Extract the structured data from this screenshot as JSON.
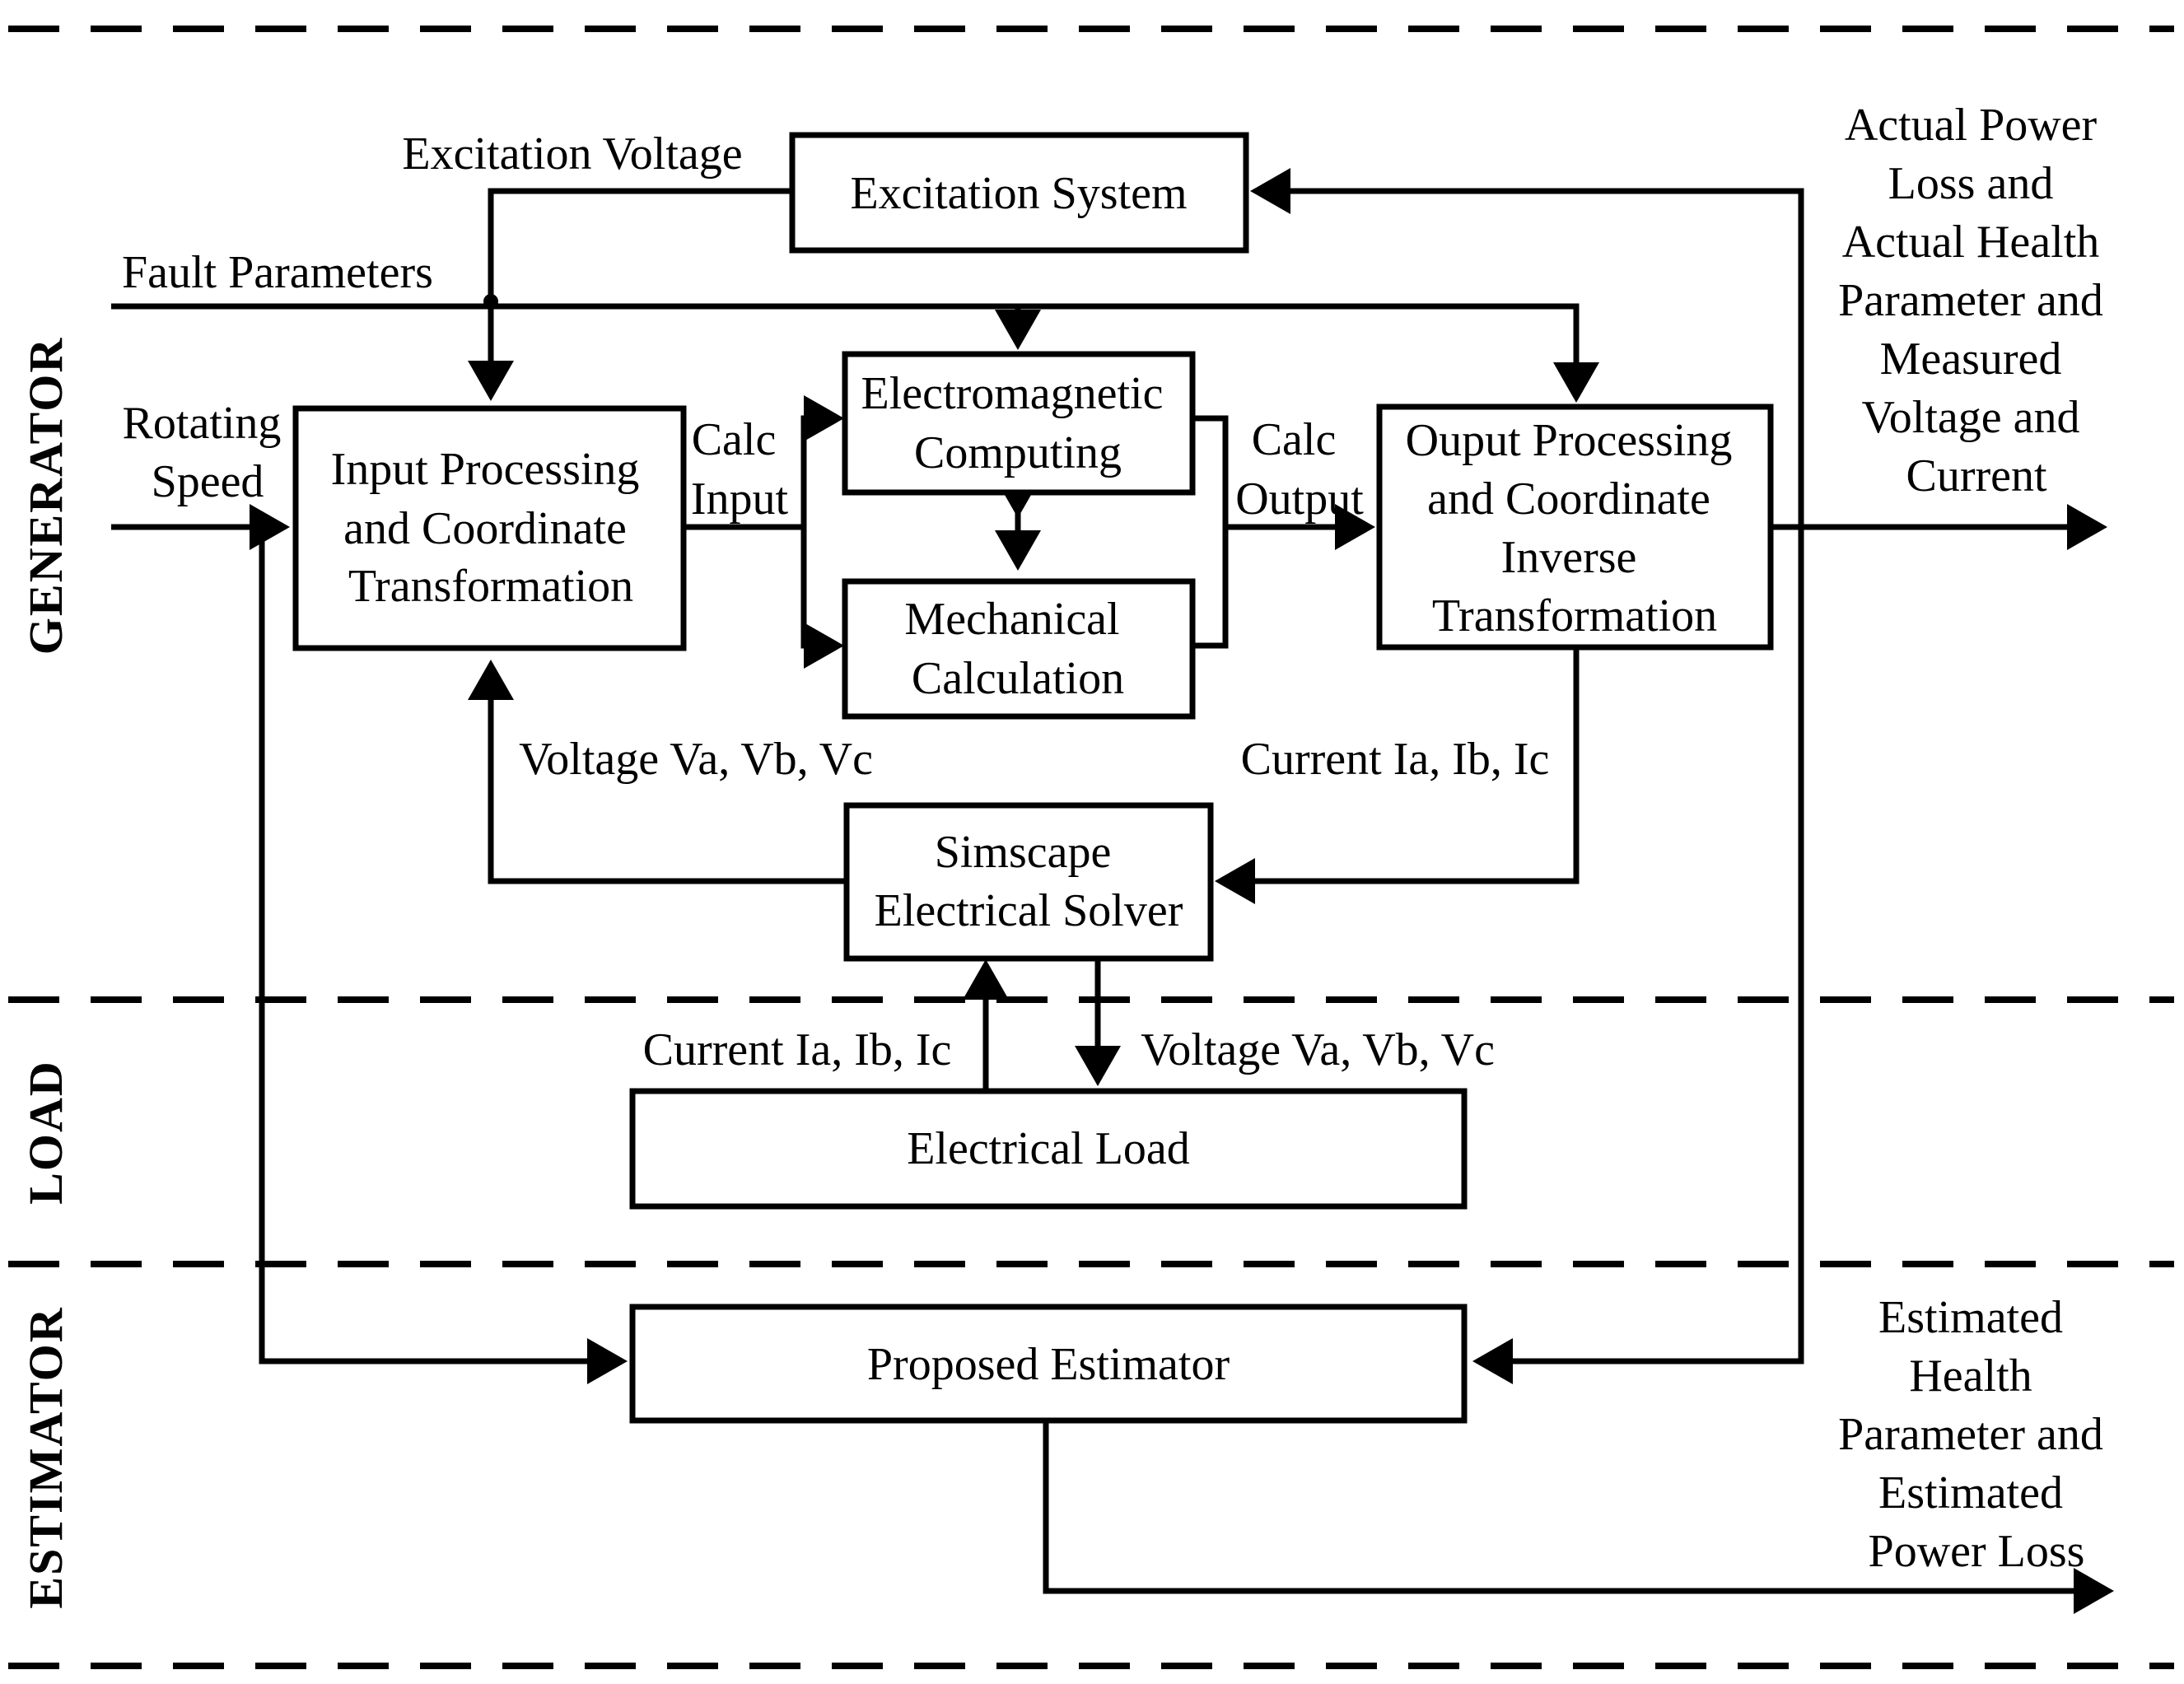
{
  "sections": {
    "generator": "GENERATOR",
    "load": "LOAD",
    "estimator": "ESTIMATOR"
  },
  "blocks": {
    "excitation_system": [
      "Excitation System"
    ],
    "input_processing": [
      "Input Processing",
      "and Coordinate",
      "Transformation"
    ],
    "electromagnetic": [
      "Electromagnetic",
      "Computing"
    ],
    "mechanical": [
      "Mechanical",
      "Calculation"
    ],
    "output_processing": [
      "Ouput Processing",
      "and Coordinate",
      "Inverse",
      "Transformation"
    ],
    "simscape_solver": [
      "Simscape",
      "Electrical Solver"
    ],
    "electrical_load": [
      "Electrical Load"
    ],
    "proposed_estimator": [
      "Proposed Estimator"
    ]
  },
  "signals": {
    "excitation_voltage": [
      "Excitation Voltage"
    ],
    "fault_parameters": [
      "Fault Parameters"
    ],
    "rotating_speed": [
      "Rotating",
      "Speed"
    ],
    "calc_input": [
      "Calc",
      "Input"
    ],
    "calc_output": [
      "Calc",
      "Output"
    ],
    "gen_voltage": [
      "Voltage Va, Vb, Vc"
    ],
    "gen_current": [
      "Current Ia, Ib, Ic"
    ],
    "load_current": [
      "Current Ia, Ib, Ic"
    ],
    "load_voltage": [
      "Voltage Va, Vb, Vc"
    ],
    "actual_outputs": [
      "Actual Power",
      "Loss and",
      "Actual Health",
      "Parameter and",
      "Measured",
      "Voltage and",
      "Current"
    ],
    "estimated_outputs": [
      "Estimated",
      "Health",
      "Parameter and",
      "Estimated",
      "Power Loss"
    ]
  }
}
